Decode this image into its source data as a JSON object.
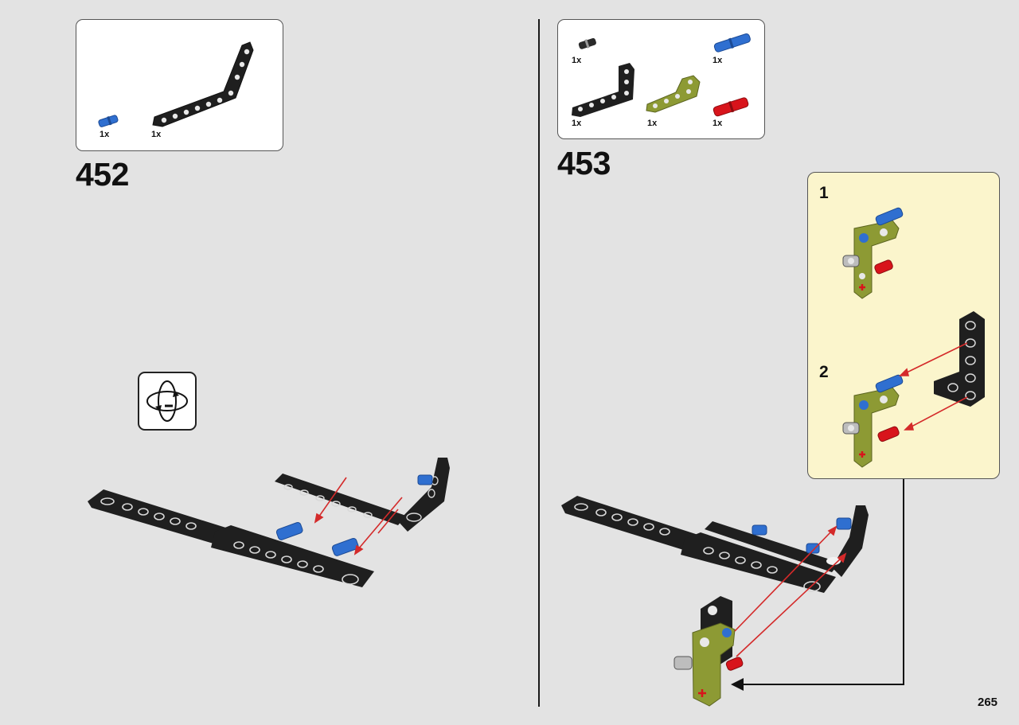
{
  "page": {
    "number": "265"
  },
  "steps": [
    {
      "number": "452",
      "parts": [
        {
          "qty": "1x",
          "name": "blue-pin"
        },
        {
          "qty": "1x",
          "name": "black-bent-beam"
        }
      ],
      "rotate_icon": "rotate-model-icon"
    },
    {
      "number": "453",
      "parts": [
        {
          "qty": "1x",
          "name": "black-axle-pin"
        },
        {
          "qty": "1x",
          "name": "blue-axle-pin"
        },
        {
          "qty": "1x",
          "name": "black-l-beam"
        },
        {
          "qty": "1x",
          "name": "lime-angled-beam"
        },
        {
          "qty": "1x",
          "name": "red-axle-pin"
        }
      ],
      "substeps": [
        {
          "number": "1"
        },
        {
          "number": "2"
        }
      ]
    }
  ],
  "colors": {
    "background": "#e3e3e3",
    "beam_black": "#1f1f1f",
    "pin_blue": "#2f6fd0",
    "pin_red": "#d8141b",
    "beam_lime": "#8d9a34",
    "arrow_red": "#d42a2a",
    "substep_bg": "#fbf5cc"
  }
}
